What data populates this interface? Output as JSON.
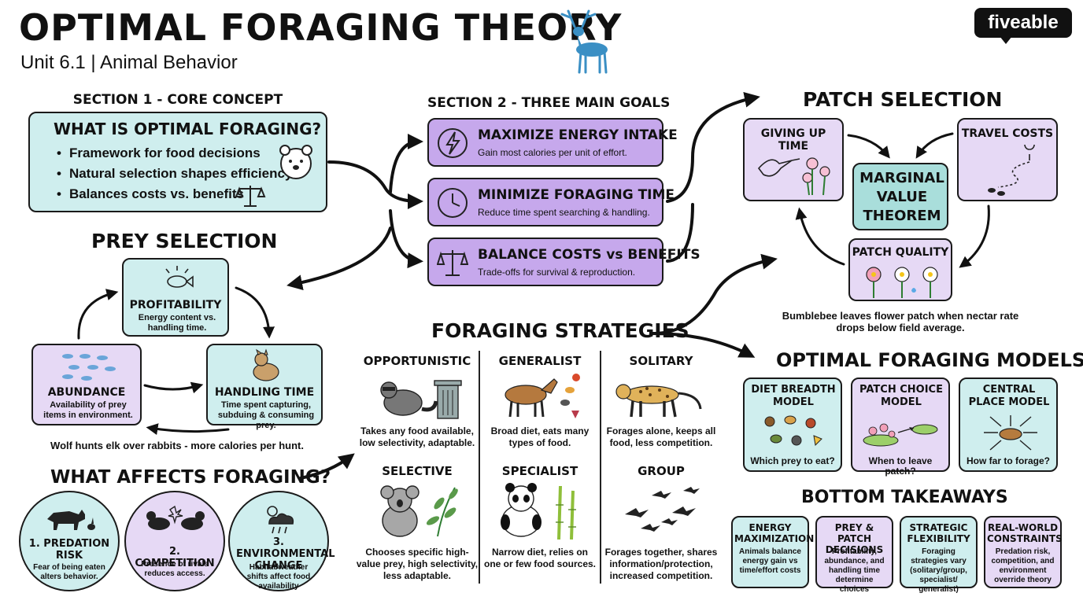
{
  "header": {
    "title": "OPTIMAL FORAGING THEORY",
    "subtitle": "Unit 6.1 | Animal Behavior",
    "logo": "fiveable"
  },
  "section1": {
    "label": "SECTION 1 - CORE CONCEPT",
    "title": "WHAT IS OPTIMAL FORAGING?",
    "bullets": [
      "Framework for food decisions",
      "Natural selection shapes efficiency",
      "Balances costs vs. benefits"
    ]
  },
  "section2": {
    "label": "SECTION 2 - THREE MAIN GOALS",
    "goals": [
      {
        "title": "MAXIMIZE ENERGY INTAKE",
        "desc": "Gain most calories per unit of effort."
      },
      {
        "title": "MINIMIZE FORAGING TIME",
        "desc": "Reduce time spent searching & handling."
      },
      {
        "title": "BALANCE COSTS vs BENEFITS",
        "desc": "Trade-offs for survival & reproduction."
      }
    ]
  },
  "patch": {
    "title": "PATCH SELECTION",
    "giving_up": "GIVING UP TIME",
    "travel": "TRAVEL COSTS",
    "mvt": "MARGINAL VALUE THEOREM",
    "quality": "PATCH QUALITY",
    "example": "Bumblebee leaves flower patch when nectar rate drops below field average."
  },
  "prey": {
    "title": "PREY SELECTION",
    "profitability": {
      "title": "PROFITABILITY",
      "desc": "Energy content vs. handling time."
    },
    "abundance": {
      "title": "ABUNDANCE",
      "desc": "Availability of prey items in environment."
    },
    "handling": {
      "title": "HANDLING TIME",
      "desc": "Time spent capturing, subduing & consuming prey."
    },
    "example": "Wolf hunts elk over rabbits - more calories per hunt."
  },
  "affects": {
    "title": "WHAT AFFECTS FORAGING?",
    "items": [
      {
        "title": "1. PREDATION RISK",
        "desc": "Fear of being eaten alters behavior."
      },
      {
        "title": "2. COMPETITION",
        "desc": "Presence of rivals reduces access."
      },
      {
        "title": "3. ENVIRONMENTAL CHANGE",
        "desc": "Habitat/weather shifts affect food availability"
      }
    ]
  },
  "strategies": {
    "title": "FORAGING STRATEGIES",
    "items": [
      {
        "title": "OPPORTUNISTIC",
        "desc": "Takes any food available, low selectivity, adaptable."
      },
      {
        "title": "GENERALIST",
        "desc": "Broad diet, eats many types of food."
      },
      {
        "title": "SOLITARY",
        "desc": "Forages alone, keeps all food, less competition."
      },
      {
        "title": "SELECTIVE",
        "desc": "Chooses specific high-value prey, high selectivity, less adaptable."
      },
      {
        "title": "SPECIALIST",
        "desc": "Narrow diet, relies on one or few food sources."
      },
      {
        "title": "GROUP",
        "desc": "Forages together, shares information/protection, increased competition."
      }
    ]
  },
  "models": {
    "title": "OPTIMAL FORAGING MODELS",
    "items": [
      {
        "title": "DIET BREADTH MODEL",
        "q": "Which prey to eat?"
      },
      {
        "title": "PATCH CHOICE MODEL",
        "q": "When to leave patch?"
      },
      {
        "title": "CENTRAL PLACE MODEL",
        "q": "How far to forage?"
      }
    ]
  },
  "takeaways": {
    "title": "BOTTOM TAKEAWAYS",
    "items": [
      {
        "title": "ENERGY MAXIMIZATION",
        "desc": "Animals balance energy gain vs time/effort costs"
      },
      {
        "title": "PREY & PATCH DECISIONS",
        "desc": "Profitability, abundance, and handling time determine choices"
      },
      {
        "title": "STRATEGIC FLEXIBILITY",
        "desc": "Foraging strategies vary (solitary/group, specialist/ generalist)"
      },
      {
        "title": "REAL-WORLD CONSTRAINTS",
        "desc": "Predation risk, competition, and environment override theory"
      }
    ]
  },
  "colors": {
    "teal": "#cfeeee",
    "lavender": "#e6d9f5",
    "purple": "#c6a8ec",
    "deer": "#3a8fc4"
  }
}
